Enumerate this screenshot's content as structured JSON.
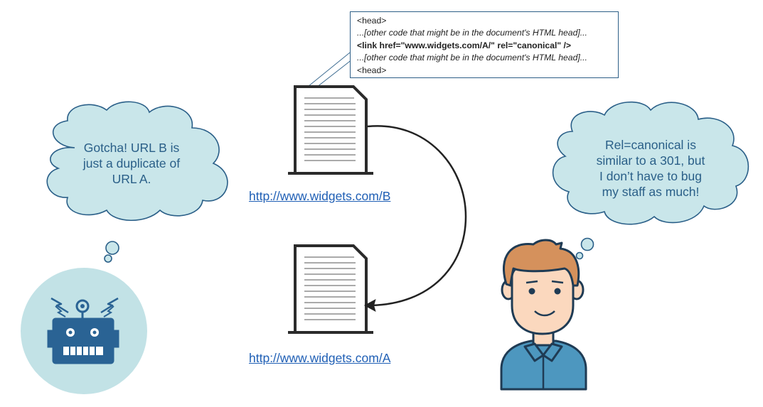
{
  "code_box": {
    "lines": [
      "<head>",
      "...[other code that might be in the document's HTML head]...",
      "<link href=\"www.widgets.com/A/\" rel=\"canonical\" />",
      "...[other code that might be in the document's HTML head]...",
      "<head>"
    ]
  },
  "documents": {
    "url_b": "http://www.widgets.com/B",
    "url_a": "http://www.widgets.com/A"
  },
  "robot_thought": {
    "lines": [
      "Gotcha! URL B is",
      "just a duplicate of",
      "URL A."
    ]
  },
  "person_thought": {
    "lines": [
      "Rel=canonical is",
      "similar to a 301, but",
      "I don’t have to bug",
      "my staff as much!"
    ]
  },
  "colors": {
    "cloud_fill": "#c9e6ea",
    "cloud_stroke": "#2a5f88",
    "robot_circle": "#c2e2e6",
    "robot_body": "#2a6394",
    "doc_stroke": "#2b2b2b",
    "link_color": "#1f5fb5",
    "shirt": "#4d97bf",
    "hair": "#d5915c",
    "skin": "#fbd8be"
  },
  "icons": {
    "robot": "robot-icon",
    "person": "person-icon",
    "document": "document-icon",
    "arrow": "curved-arrow"
  }
}
